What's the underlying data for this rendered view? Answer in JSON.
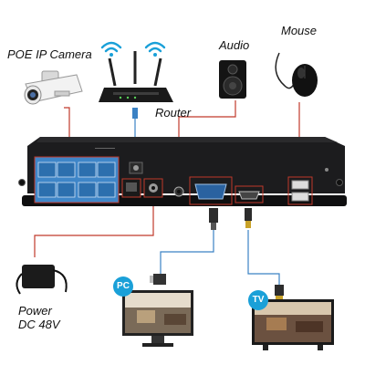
{
  "labels": {
    "poe_camera": "POE IP Camera",
    "audio": "Audio",
    "mouse": "Mouse",
    "router": "Router",
    "power_line1": "Power",
    "power_line2": "DC 48V",
    "pc_badge": "PC",
    "tv_badge": "TV"
  },
  "colors": {
    "connector_line": "#c0392b",
    "router_line": "#3b82c4",
    "video_line": "#3b82c4",
    "nvr_body": "#1c1c1e",
    "poe_ports": "#3f86c8",
    "badge": "#1aa0d8"
  }
}
